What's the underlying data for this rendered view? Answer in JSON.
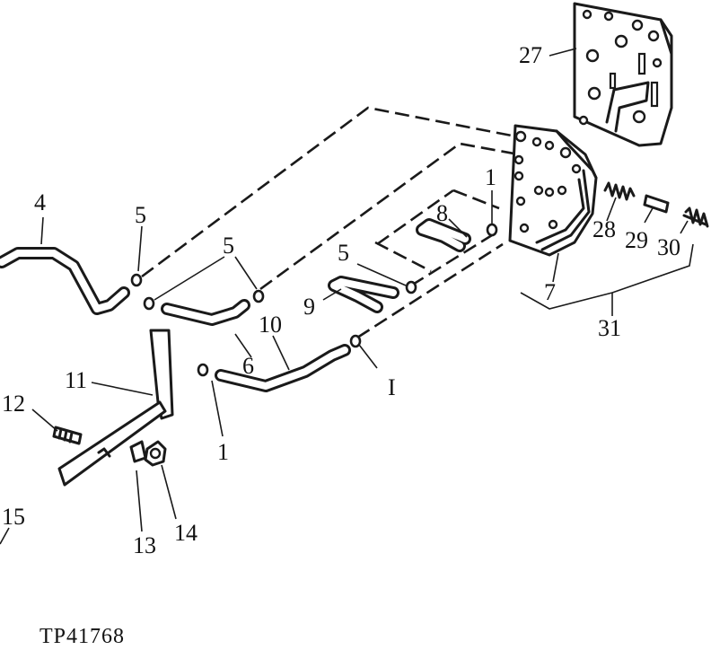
{
  "figure_id": "TP41768",
  "callouts": {
    "c1a": "1",
    "c1b": "I",
    "c1c": "1",
    "c4": "4",
    "c5a": "5",
    "c5b": "5",
    "c5c": "5",
    "c6": "6",
    "c7": "7",
    "c8": "8",
    "c9": "9",
    "c10": "10",
    "c11": "11",
    "c12": "12",
    "c13": "13",
    "c14": "14",
    "c15": "15",
    "c27": "27",
    "c28": "28",
    "c29": "29",
    "c30": "30",
    "c31": "31"
  }
}
